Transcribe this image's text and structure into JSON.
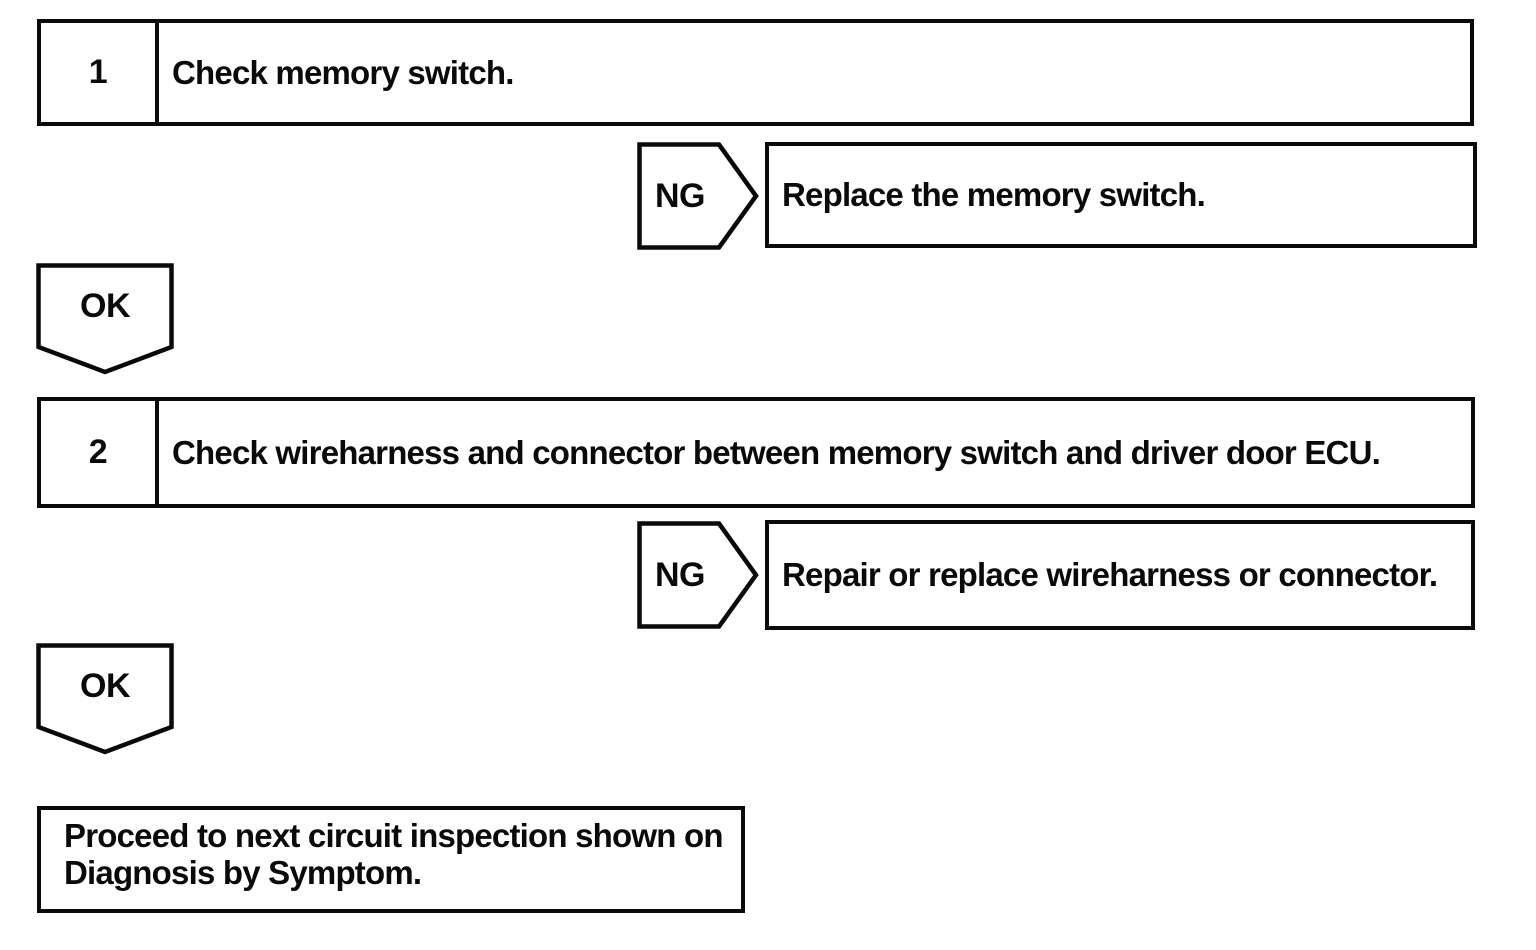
{
  "flowchart": {
    "colors": {
      "ink": "#0a0a0a",
      "background": "#ffffff"
    },
    "steps": [
      {
        "number": "1",
        "instruction": "Check memory switch.",
        "ng_label": "NG",
        "ng_result": "Replace the memory switch.",
        "ok_label": "OK"
      },
      {
        "number": "2",
        "instruction": "Check wireharness and connector between memory switch and driver door ECU.",
        "ng_label": "NG",
        "ng_result": "Repair or replace wireharness or connector.",
        "ok_label": "OK"
      }
    ],
    "final_box": {
      "line1": "Proceed to next circuit inspection shown on",
      "line2": "Diagnosis by Symptom."
    }
  }
}
